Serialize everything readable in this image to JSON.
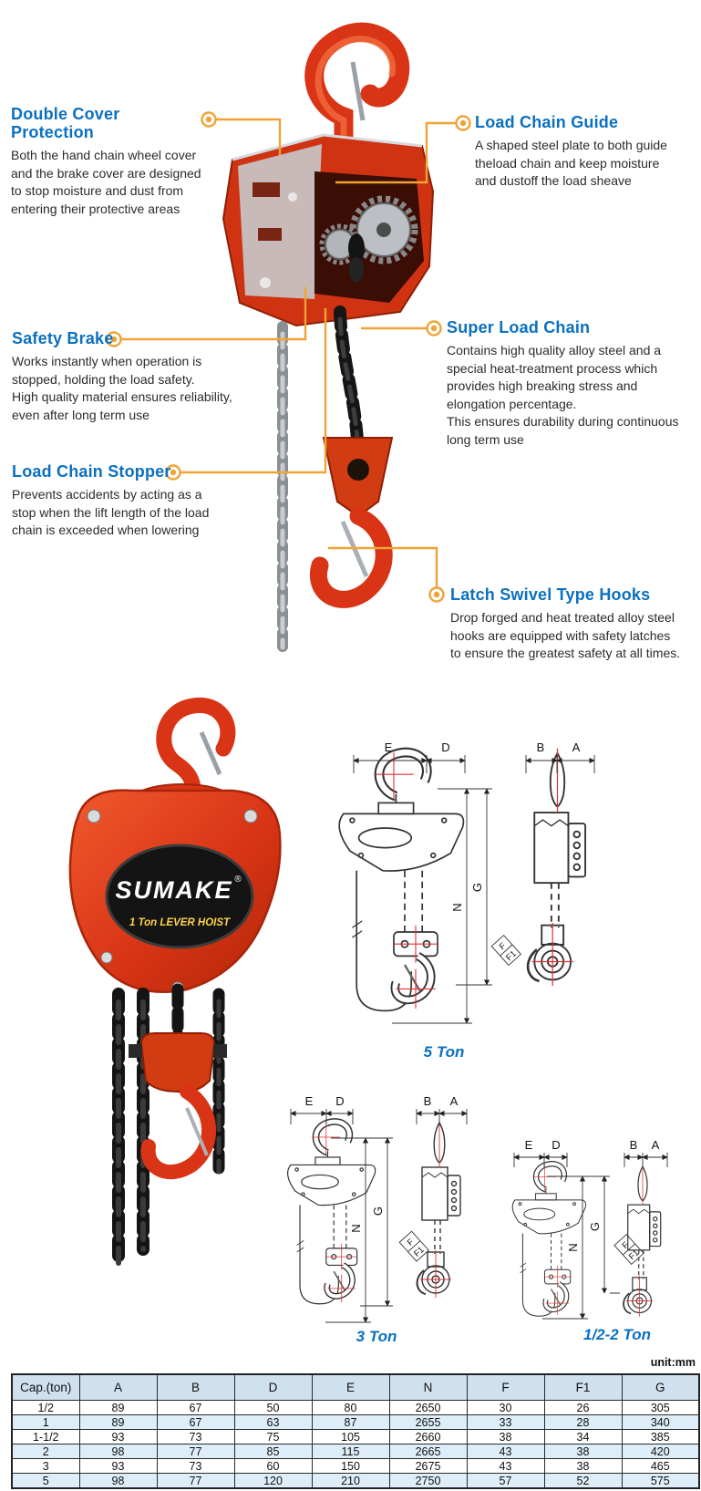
{
  "colors": {
    "heading_blue": "#0a70c0",
    "connector_orange": "#f0a335",
    "hoist_red": "#d83415",
    "hoist_dark_red": "#a8250a",
    "table_header_bg": "#cfe0ef",
    "table_alt_row_bg": "#ddeef8",
    "drawing_centerline_red": "#e03030"
  },
  "features": [
    {
      "title": "Double Cover Protection",
      "description": [
        "Both the hand chain wheel cover",
        "and the brake cover are designed",
        "to stop moisture and dust from",
        "entering their protective areas"
      ]
    },
    {
      "title": "Load Chain Guide",
      "description": [
        "A shaped steel plate to both guide",
        "theload chain and keep moisture",
        "and dustoff the load sheave"
      ]
    },
    {
      "title": "Safety Brake",
      "description": [
        "Works instantly when operation is",
        "stopped, holding the load safety.",
        "High quality material ensures reliability,",
        "even after long term use"
      ]
    },
    {
      "title": "Load Chain Stopper",
      "description": [
        "Prevents accidents by acting as a",
        "stop when the lift length of the load",
        "chain is exceeded when lowering"
      ]
    },
    {
      "title": "Super Load Chain",
      "description": [
        "Contains high quality alloy steel and a",
        "special heat-treatment process which",
        "provides high breaking stress and",
        "elongation percentage.",
        "This ensures durability during continuous",
        "long term use"
      ]
    },
    {
      "title": "Latch Swivel Type Hooks",
      "description": [
        "Drop forged and heat treated alloy steel",
        "hooks are equipped with safety latches",
        "to ensure the greatest safety at all times."
      ]
    }
  ],
  "product": {
    "brand": "SUMAKE",
    "registered": "®",
    "model_label": "1 Ton  LEVER HOIST"
  },
  "diagrams": {
    "dimension_labels": [
      "E",
      "D",
      "B",
      "A",
      "G",
      "N",
      "F",
      "F1"
    ],
    "variants": [
      {
        "label": "5 Ton"
      },
      {
        "label": "3 Ton"
      },
      {
        "label": "1/2-2 Ton"
      }
    ]
  },
  "table": {
    "unit_note": "unit:mm",
    "columns": [
      "Cap.(ton)",
      "A",
      "B",
      "D",
      "E",
      "N",
      "F",
      "F1",
      "G"
    ],
    "rows": [
      [
        "1/2",
        "89",
        "67",
        "50",
        "80",
        "2650",
        "30",
        "26",
        "305"
      ],
      [
        "1",
        "89",
        "67",
        "63",
        "87",
        "2655",
        "33",
        "28",
        "340"
      ],
      [
        "1-1/2",
        "93",
        "73",
        "75",
        "105",
        "2660",
        "38",
        "34",
        "385"
      ],
      [
        "2",
        "98",
        "77",
        "85",
        "115",
        "2665",
        "43",
        "38",
        "420"
      ],
      [
        "3",
        "93",
        "73",
        "60",
        "150",
        "2675",
        "43",
        "38",
        "465"
      ],
      [
        "5",
        "98",
        "77",
        "120",
        "210",
        "2750",
        "57",
        "52",
        "575"
      ]
    ]
  }
}
